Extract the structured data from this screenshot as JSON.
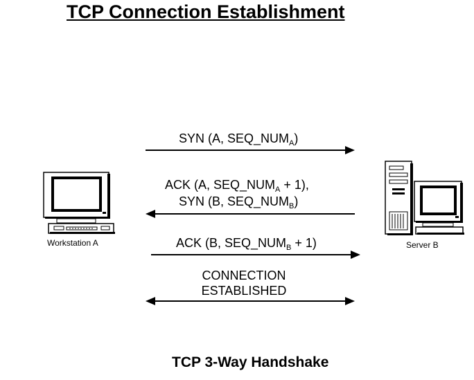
{
  "title": "TCP Connection Establishment",
  "caption": "TCP 3-Way Handshake",
  "nodes": {
    "workstation": {
      "label": "Workstation A",
      "icon": "workstation-computer-icon"
    },
    "server": {
      "label": "Server B",
      "icon": "server-tower-computer-icon"
    }
  },
  "messages": {
    "syn": {
      "text": "SYN (A, SEQ_NUM",
      "sub": "A",
      "close": ")",
      "direction": "A to B"
    },
    "ack_syn": {
      "line1": {
        "text": "ACK (A, SEQ_NUM",
        "sub": "A",
        "close": " + 1),"
      },
      "line2": {
        "text": "SYN (B, SEQ_NUM",
        "sub": "B",
        "close": ")"
      },
      "direction": "B to A"
    },
    "ack": {
      "text": "ACK (B, SEQ_NUM",
      "sub": "B",
      "close": " + 1)",
      "direction": "A to B"
    },
    "established": {
      "line1": "CONNECTION",
      "line2": "ESTABLISHED",
      "direction": "both"
    }
  }
}
